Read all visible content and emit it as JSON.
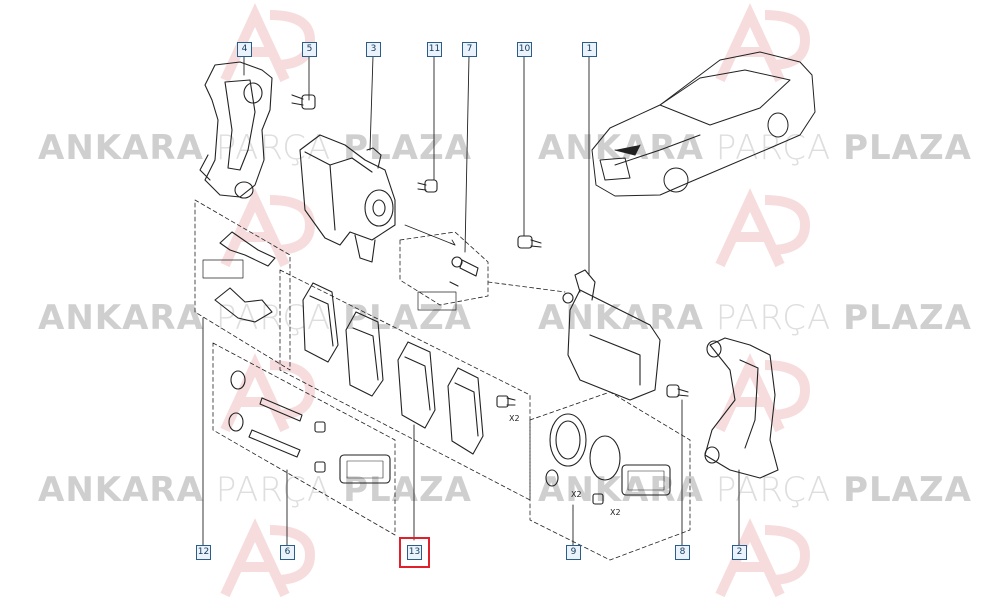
{
  "watermark": {
    "brand_a": "ANKARA",
    "brand_b": "PARÇA",
    "brand_c": "PLAZA"
  },
  "callouts": [
    "4",
    "5",
    "3",
    "11",
    "7",
    "10",
    "1",
    "12",
    "6",
    "13",
    "9",
    "8",
    "2"
  ],
  "highlighted_callout": "13",
  "quantities": [
    "X2",
    "X2",
    "X2"
  ],
  "colors": {
    "line": "#222222",
    "callout_border": "#2a5d8a",
    "highlight": "#e0202a",
    "watermark": "#d6d6d6",
    "logo_red": "#f3c9cc"
  }
}
